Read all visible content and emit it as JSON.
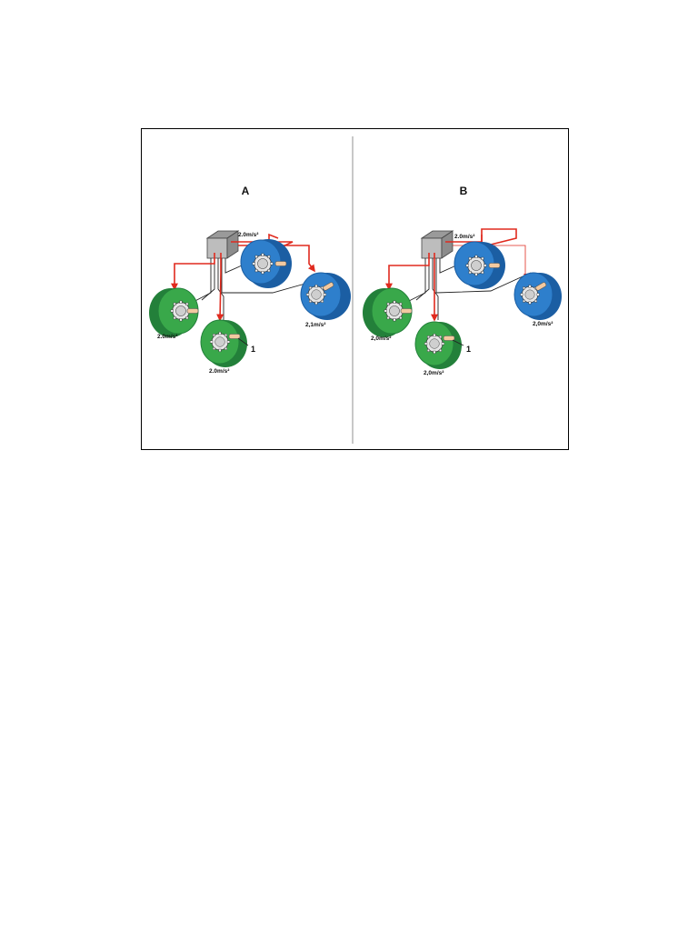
{
  "colors": {
    "green": "#39a84a",
    "green_dark": "#23803a",
    "blue": "#2e7fcc",
    "blue_dark": "#1b5ea3",
    "red": "#e02a1e",
    "divider": "#b5b5b5"
  },
  "panel_a": {
    "title": "A",
    "front_left_value": "2.0m/s²",
    "front_right_value": "2.0m/s²",
    "rear_left_value": "2.0m/s²",
    "rear_right_value": "2,1m/s²",
    "callout": "1"
  },
  "panel_b": {
    "title": "B",
    "front_left_value": "2,0m/s²",
    "front_right_value": "2.0m/s²",
    "rear_left_value": "2,0m/s²",
    "rear_right_value": "2,0m/s²",
    "callout": "1"
  }
}
